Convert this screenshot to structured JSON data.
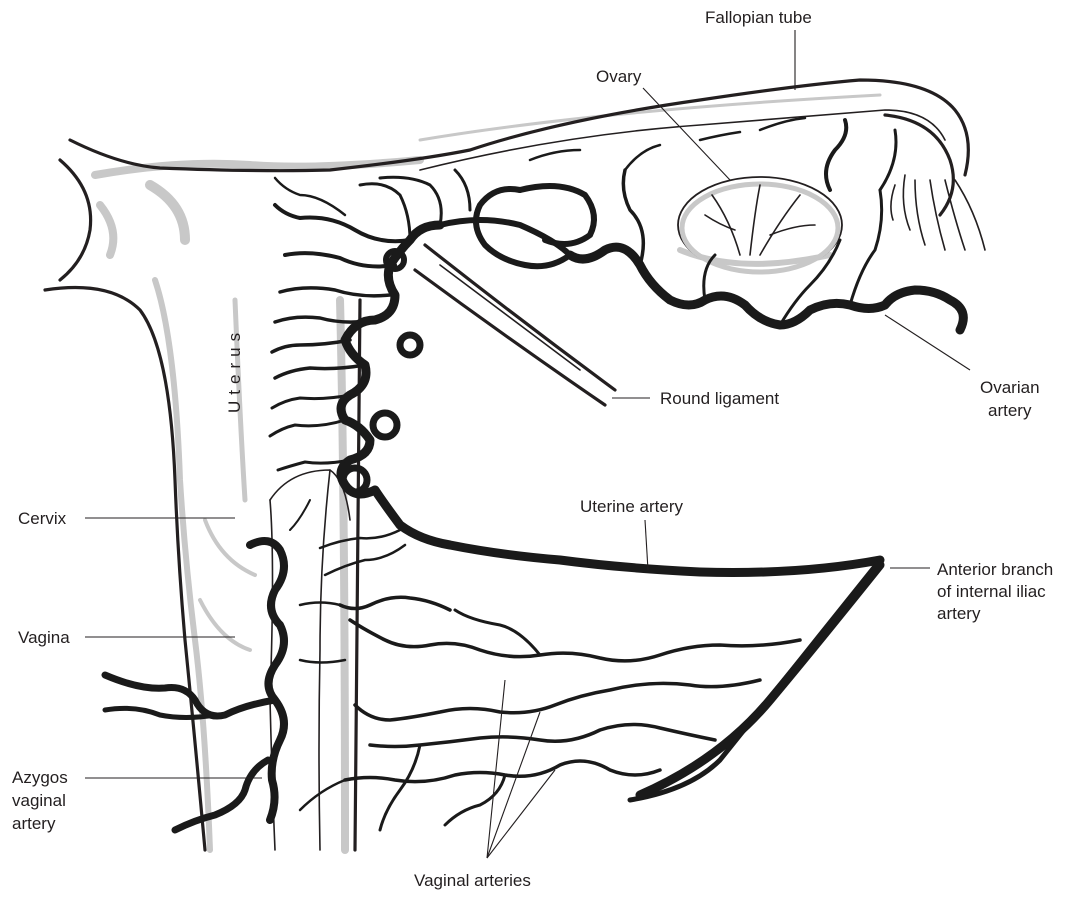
{
  "labels": {
    "fallopian_tube": "Fallopian tube",
    "ovary": "Ovary",
    "uterus": "Uterus",
    "round_ligament": "Round ligament",
    "ovarian_artery_1": "Ovarian",
    "ovarian_artery_2": "artery",
    "cervix": "Cervix",
    "uterine_artery": "Uterine artery",
    "anterior_branch_1": "Anterior branch",
    "anterior_branch_2": "of internal iliac",
    "anterior_branch_3": "artery",
    "vagina": "Vagina",
    "azygos_1": "Azygos",
    "azygos_2": "vaginal",
    "azygos_3": "artery",
    "vaginal_arteries": "Vaginal arteries"
  },
  "colors": {
    "ink": "#231f20",
    "shading": "#c8c8c8",
    "background": "#ffffff"
  }
}
